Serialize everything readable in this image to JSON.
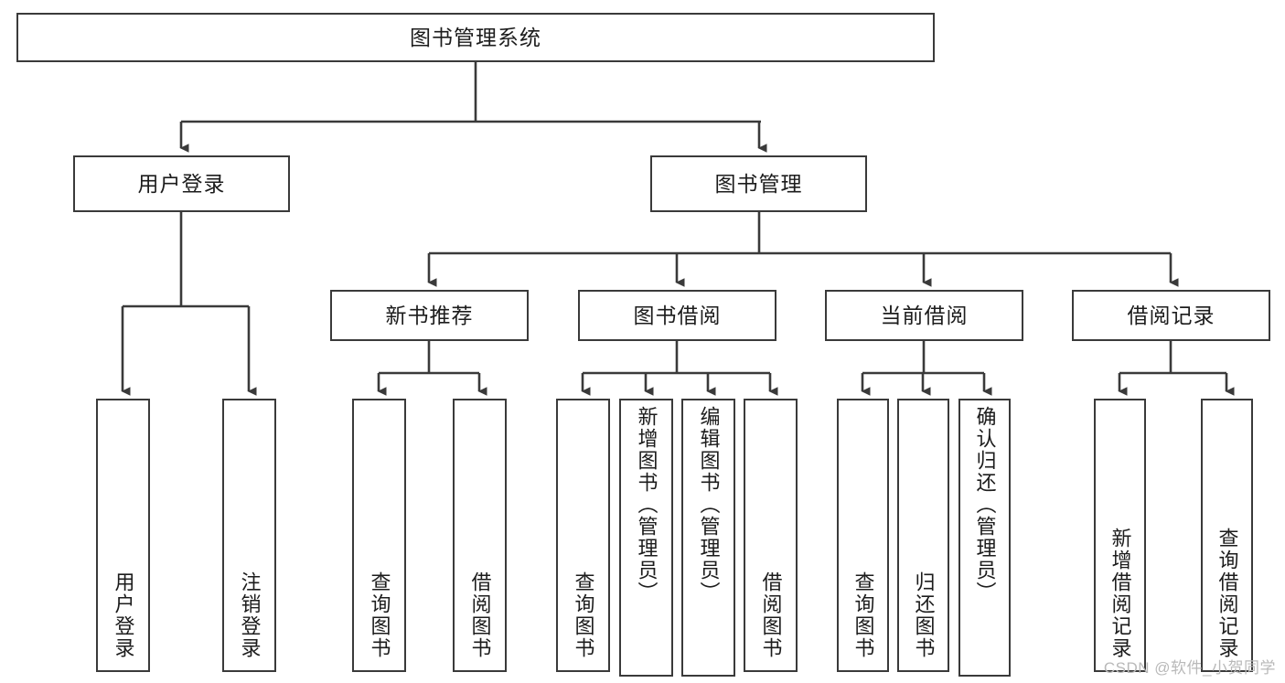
{
  "diagram": {
    "title": "图书管理系统",
    "root": {
      "label": "图书管理系统"
    },
    "level2": [
      {
        "label": "用户登录"
      },
      {
        "label": "图书管理"
      }
    ],
    "level3": [
      {
        "label": "新书推荐"
      },
      {
        "label": "图书借阅"
      },
      {
        "label": "当前借阅"
      },
      {
        "label": "借阅记录"
      }
    ],
    "leaves": {
      "user_login": [
        {
          "label": "用户登录"
        },
        {
          "label": "注销登录"
        }
      ],
      "new_book_recommend": [
        {
          "label": "查询图书"
        },
        {
          "label": "借阅图书"
        }
      ],
      "book_borrow": [
        {
          "label": "查询图书"
        },
        {
          "label": "新增图书（管理员）"
        },
        {
          "label": "编辑图书（管理员）"
        },
        {
          "label": "借阅图书"
        }
      ],
      "current_borrow": [
        {
          "label": "查询图书"
        },
        {
          "label": "归还图书"
        },
        {
          "label": "确认归还（管理员）"
        }
      ],
      "borrow_record": [
        {
          "label": "新增借阅记录"
        },
        {
          "label": "查询借阅记录"
        }
      ]
    }
  },
  "watermark": {
    "text": "CSDN @软件_小贺同学"
  },
  "colors": {
    "border": "#3a3a3a",
    "text": "#1c1c1c",
    "background": "#ffffff",
    "watermark": "#b9b9b9"
  }
}
